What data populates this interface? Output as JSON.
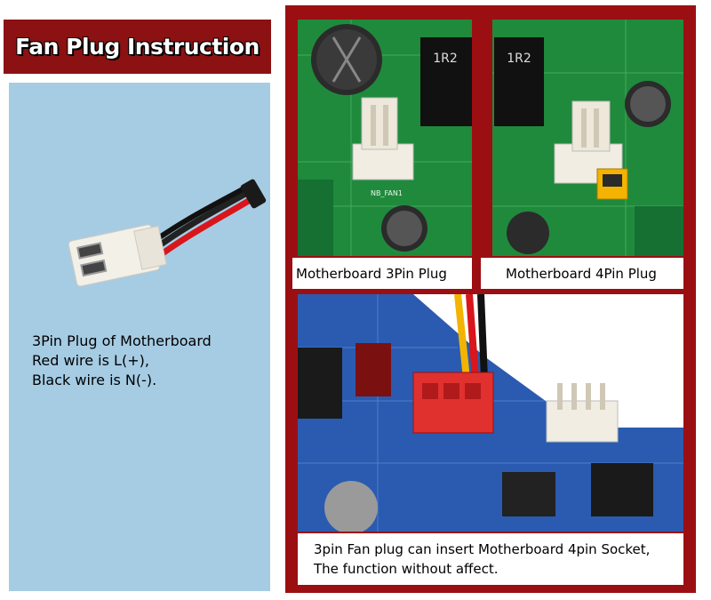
{
  "title": "Fan Plug Instruction",
  "left_panel": {
    "lines": [
      "3Pin Plug of Motherboard",
      "Red wire is L(+),",
      "Black wire is N(-)."
    ]
  },
  "photos": {
    "top_left": {
      "chip_label": "1R2",
      "board_label": "NB_FAN1"
    },
    "top_right": {
      "chip_label": "1R2"
    }
  },
  "captions": {
    "three_pin": "Motherboard 3Pin Plug",
    "four_pin": "Motherboard 4Pin Plug",
    "bottom_line1": "3pin Fan plug can insert Motherboard 4pin Socket,",
    "bottom_line2": "The function without affect."
  },
  "colors": {
    "title_bg": "#8c1113",
    "left_panel_bg": "#a6cce4",
    "right_panel_bg": "#9b0f12",
    "pcb_green": "#1f8a3c",
    "pcb_blue": "#2a5bb0"
  }
}
